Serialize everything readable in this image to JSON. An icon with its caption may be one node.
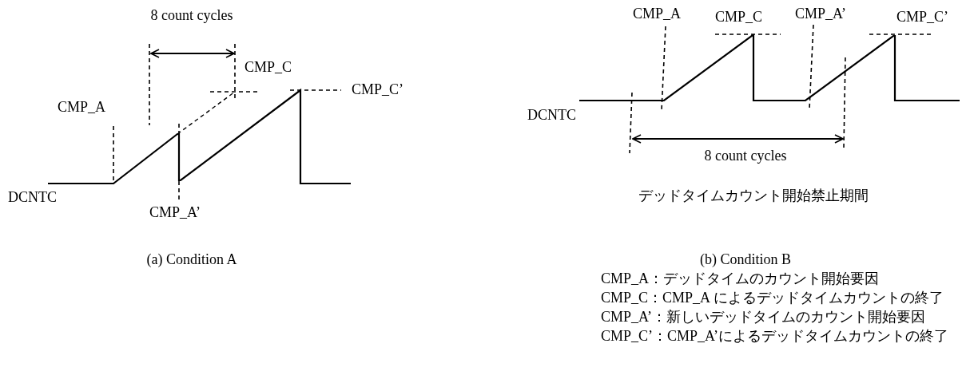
{
  "diagram": {
    "labels": [
      "8 count cycles",
      "CMP_A",
      "CMP_C",
      "CMP_A’",
      "CMP_C’",
      "CMP_C",
      "CMP_C’",
      "CMP_A",
      "DCNTC",
      "DCNTC",
      "8 count cycles",
      "CMP_A’",
      "デッドタイムカウント開始禁止期間",
      "(a) Condition A",
      "(b) Condition B",
      "CMP_A：デッドタイムのカウント開始要因",
      "CMP_C：CMP_A によるデッドタイムカウントの終了",
      "CMP_A’：新しいデッドタイムのカウント開始要因",
      "CMP_C’：CMP_A’によるデッドタイムカウントの終了"
    ]
  }
}
